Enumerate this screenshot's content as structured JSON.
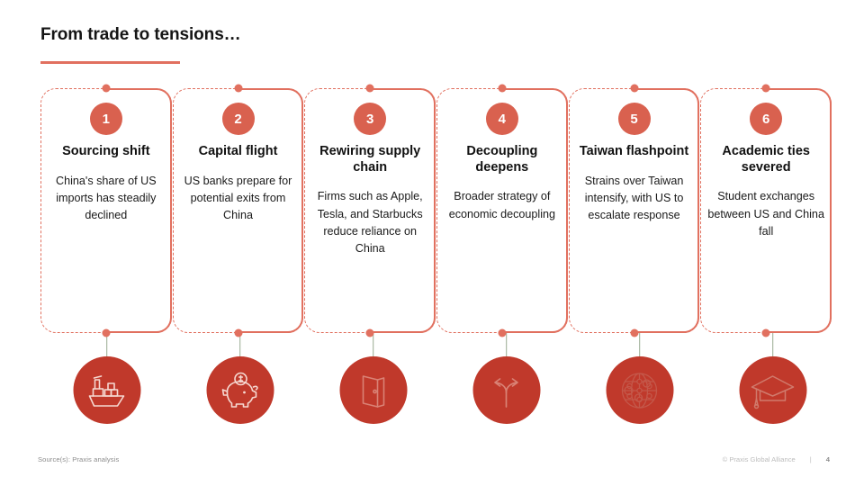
{
  "slide": {
    "title": "From trade to tensions…",
    "accent_color": "#e1705f",
    "badge_color": "#d9614f",
    "icon_circle_color": "#c0392b",
    "connector_color": "#9aab92"
  },
  "cards": [
    {
      "number": "1",
      "title": "Sourcing shift",
      "body": "China's share of US imports has steadily declined",
      "icon": "cargo-ship-icon"
    },
    {
      "number": "2",
      "title": "Capital flight",
      "body": "US banks prepare for potential exits from China",
      "icon": "piggy-bank-icon"
    },
    {
      "number": "3",
      "title": "Rewiring supply chain",
      "body": "Firms such as Apple, Tesla, and Starbucks reduce reliance on China",
      "icon": "open-door-icon"
    },
    {
      "number": "4",
      "title": "Decoupling deepens",
      "body": "Broader strategy of economic decoupling",
      "icon": "diverging-arrows-icon"
    },
    {
      "number": "5",
      "title": "Taiwan flashpoint",
      "body": "Strains over Taiwan intensify, with US to escalate response",
      "icon": "globe-network-icon"
    },
    {
      "number": "6",
      "title": "Academic ties severed",
      "body": "Student exchanges between US and China fall",
      "icon": "graduation-cap-icon"
    }
  ],
  "footer": {
    "source": "Source(s): Praxis analysis",
    "copyright": "© Praxis Global Alliance",
    "separator": "|",
    "page_number": "4"
  }
}
